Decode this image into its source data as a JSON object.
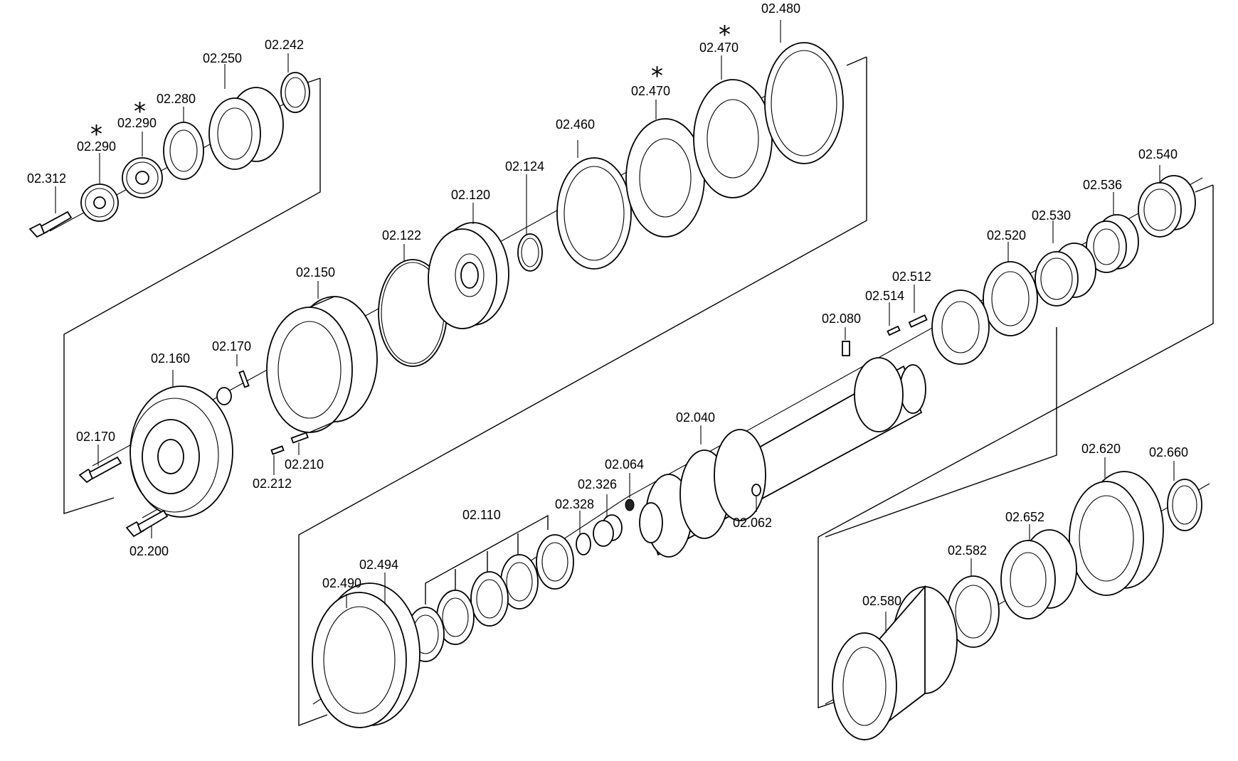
{
  "parts": {
    "p02_312": "02.312",
    "p02_290a": "02.290",
    "p02_290b": "02.290",
    "p02_280": "02.280",
    "p02_250": "02.250",
    "p02_242": "02.242",
    "p02_160": "02.160",
    "p02_170a": "02.170",
    "p02_170b": "02.170",
    "p02_200": "02.200",
    "p02_150": "02.150",
    "p02_212": "02.212",
    "p02_210": "02.210",
    "p02_122": "02.122",
    "p02_120": "02.120",
    "p02_124": "02.124",
    "p02_460": "02.460",
    "p02_470a": "02.470",
    "p02_470b": "02.470",
    "p02_480": "02.480",
    "p02_540": "02.540",
    "p02_536": "02.536",
    "p02_530": "02.530",
    "p02_520": "02.520",
    "p02_512": "02.512",
    "p02_514": "02.514",
    "p02_080": "02.080",
    "p02_040": "02.040",
    "p02_062": "02.062",
    "p02_064": "02.064",
    "p02_326": "02.326",
    "p02_328": "02.328",
    "p02_110": "02.110",
    "p02_494": "02.494",
    "p02_490": "02.490",
    "p02_620": "02.620",
    "p02_660": "02.660",
    "p02_652": "02.652",
    "p02_582": "02.582",
    "p02_580": "02.580"
  },
  "markers": {
    "star_290": "*",
    "star_290b": "*",
    "star_470a": "*",
    "star_470b": "*"
  }
}
